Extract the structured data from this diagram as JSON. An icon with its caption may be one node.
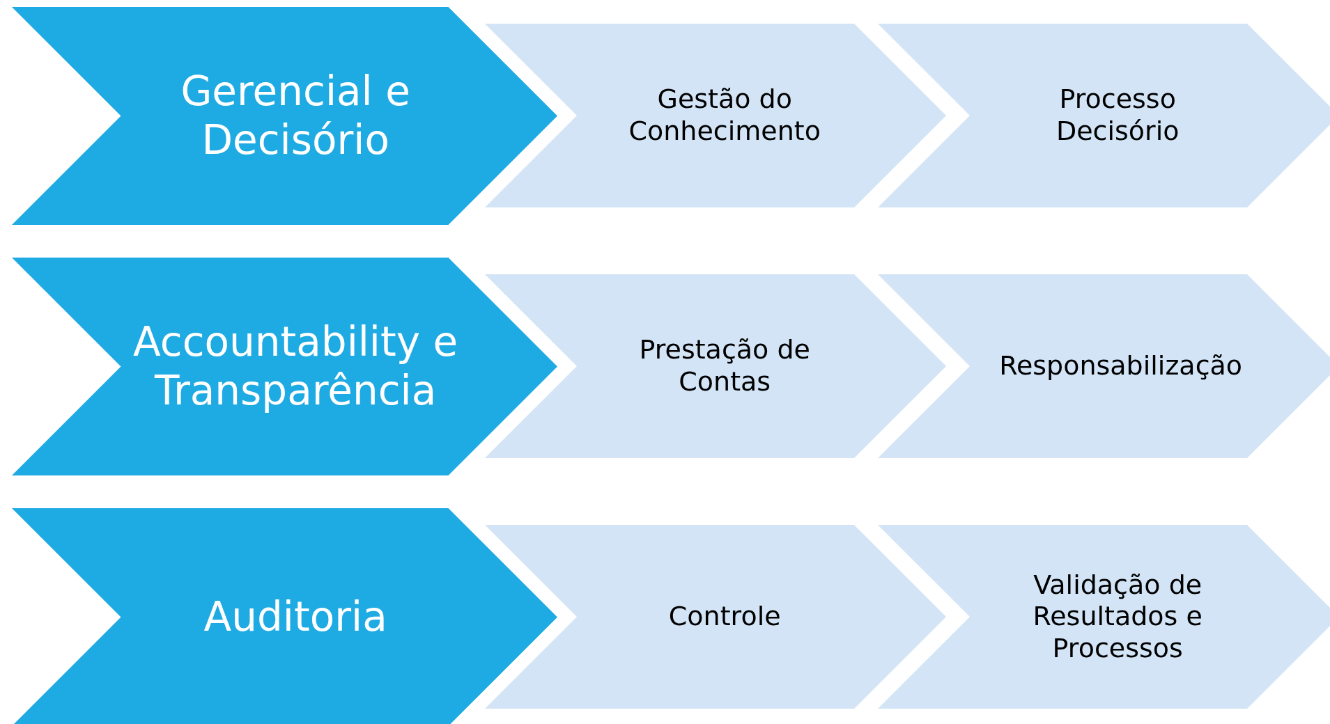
{
  "diagram": {
    "nodes": [
      {
        "text": [
          "Gerencial e Decisório"
        ]
      },
      {
        "text": [
          "Gestão do Conhecimento"
        ]
      },
      {
        "text": [
          "Processo Decisório"
        ]
      },
      {
        "text": [
          "Accountability e Transparência"
        ]
      },
      {
        "text": [
          "Prestação de Contas"
        ]
      },
      {
        "text": [
          "Responsabilização"
        ]
      },
      {
        "text": [
          "Auditoria"
        ]
      },
      {
        "text": [
          "Controle"
        ]
      },
      {
        "text": [
          "Validação de Resultados e Processos"
        ]
      }
    ]
  }
}
